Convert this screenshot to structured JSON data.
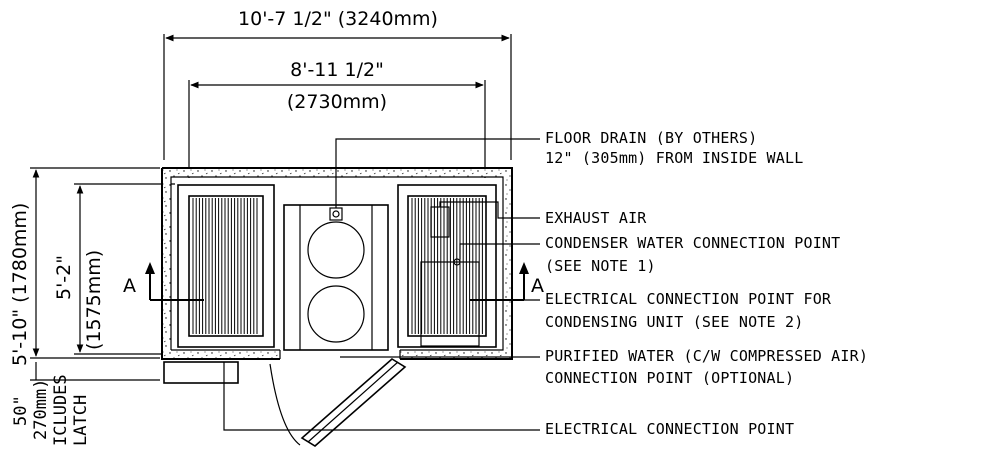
{
  "dimensions": {
    "overall_width": "10'-7 1/2\" (3240mm)",
    "inner_width": "8'-11 1/2\"",
    "inner_width_mm": "(2730mm)",
    "overall_depth": "5'-10\"",
    "overall_depth_mm": "(1780mm)",
    "inner_depth": "5'-2\"",
    "inner_depth_mm": "(1575mm)",
    "latch_dim": "50\"",
    "latch_dim_mm": "270mm)",
    "latch_note_1": "ICLUDES",
    "latch_note_2": "LATCH"
  },
  "section_markers": {
    "left": "A",
    "right": "A"
  },
  "callouts": {
    "floor_drain_1": "FLOOR DRAIN (BY OTHERS)",
    "floor_drain_2": "12\" (305mm) FROM INSIDE WALL",
    "exhaust_air": "EXHAUST AIR",
    "condenser_water_1": "CONDENSER WATER CONNECTION POINT",
    "condenser_water_2": "(SEE NOTE 1)",
    "electrical_condensing_1": "ELECTRICAL CONNECTION POINT FOR",
    "electrical_condensing_2": "CONDENSING UNIT (SEE NOTE 2)",
    "purified_water_1": "PURIFIED WATER (C/W COMPRESSED AIR)",
    "purified_water_2": "CONNECTION POINT (OPTIONAL)",
    "electrical_point": "ELECTRICAL CONNECTION POINT"
  },
  "colors": {
    "line": "#000000",
    "background": "#ffffff"
  }
}
